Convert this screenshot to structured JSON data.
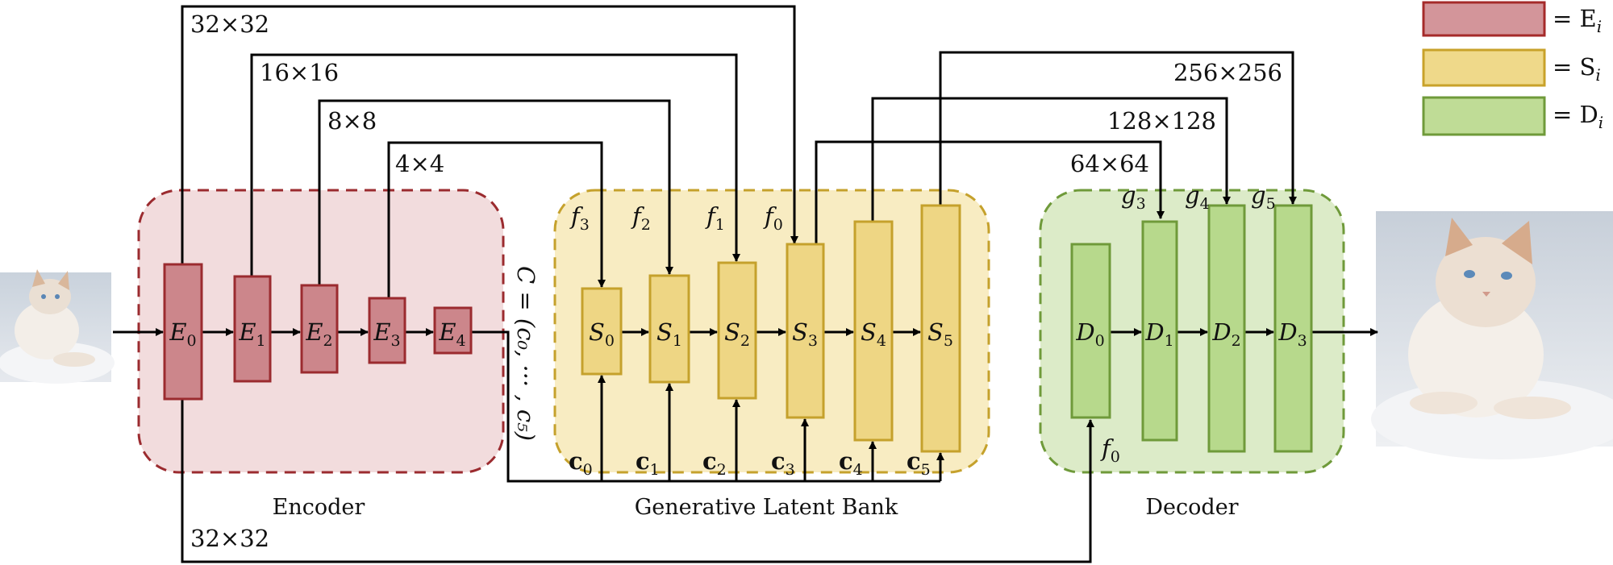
{
  "groups": {
    "encoder": "Encoder",
    "bank": "Generative Latent Bank",
    "decoder": "Decoder"
  },
  "legend": [
    {
      "eq": "= E",
      "sub": "i",
      "fill": "#d3959a",
      "stroke": "#a52a2a"
    },
    {
      "eq": "= S",
      "sub": "i",
      "fill": "#efd98a",
      "stroke": "#c8a22a"
    },
    {
      "eq": "= D",
      "sub": "i",
      "fill": "#bfdc96",
      "stroke": "#6f9a3a"
    }
  ],
  "encoder_blocks": [
    {
      "base": "E",
      "sub": "0"
    },
    {
      "base": "E",
      "sub": "1"
    },
    {
      "base": "E",
      "sub": "2"
    },
    {
      "base": "E",
      "sub": "3"
    },
    {
      "base": "E",
      "sub": "4"
    }
  ],
  "bank_blocks": [
    {
      "base": "S",
      "sub": "0"
    },
    {
      "base": "S",
      "sub": "1"
    },
    {
      "base": "S",
      "sub": "2"
    },
    {
      "base": "S",
      "sub": "3"
    },
    {
      "base": "S",
      "sub": "4"
    },
    {
      "base": "S",
      "sub": "5"
    }
  ],
  "decoder_blocks": [
    {
      "base": "D",
      "sub": "0"
    },
    {
      "base": "D",
      "sub": "1"
    },
    {
      "base": "D",
      "sub": "2"
    },
    {
      "base": "D",
      "sub": "3"
    }
  ],
  "skip_sizes": [
    "32×32",
    "16×16",
    "8×8",
    "4×4"
  ],
  "decoder_sizes": [
    "256×256",
    "128×128",
    "64×64"
  ],
  "bottom_size": "32×32",
  "features_f": [
    {
      "base": "f",
      "sub": "3"
    },
    {
      "base": "f",
      "sub": "2"
    },
    {
      "base": "f",
      "sub": "1"
    },
    {
      "base": "f",
      "sub": "0"
    }
  ],
  "features_g": [
    {
      "base": "g",
      "sub": "3"
    },
    {
      "base": "g",
      "sub": "4"
    },
    {
      "base": "g",
      "sub": "5"
    }
  ],
  "decoder_input": {
    "base": "f",
    "sub": "0"
  },
  "latent_codes": [
    {
      "base": "c",
      "sub": "0"
    },
    {
      "base": "c",
      "sub": "1"
    },
    {
      "base": "c",
      "sub": "2"
    },
    {
      "base": "c",
      "sub": "3"
    },
    {
      "base": "c",
      "sub": "4"
    },
    {
      "base": "c",
      "sub": "5"
    }
  ],
  "latent_formula": "C = (c₀, ··· , c₅)",
  "colors": {
    "encoder_region": "#f2dcdd",
    "encoder_border": "#9b2b2f",
    "bank_region": "#f8ecc2",
    "bank_border": "#c5a12c",
    "decoder_region": "#dcebc8",
    "decoder_border": "#6f9a3a"
  }
}
